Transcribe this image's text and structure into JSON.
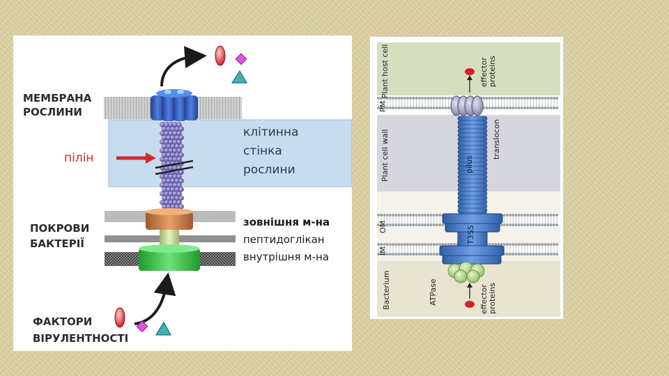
{
  "left_diagram": {
    "plant_membrane_label": [
      "МЕМБРАНА",
      "РОСЛИНИ"
    ],
    "pilus_label": "пілін",
    "cell_wall_label": [
      "клітинна",
      "стінка",
      "рослини"
    ],
    "outer_membrane_label": "зовнішня м-на",
    "peptidoglycan_label": "пептидоглікан",
    "inner_membrane_label": "внутрішня м-на",
    "bacterial_envelope_label": [
      "ПОКРОВИ",
      "БАКТЕРІЇ"
    ],
    "virulence_factors_label": [
      "ФАКТОРИ",
      "ВІРУЛЕНТНОСТІ"
    ]
  },
  "right_diagram": {
    "plant_host_cell": "Plant host cell",
    "pm_top": "PM",
    "plant_cell_wall": "Plant cell wall",
    "om": "OM",
    "im": "IM",
    "bacterium": "Bacterium",
    "effector_top": [
      "effector",
      "proteins"
    ],
    "translocon": "translocon",
    "pilus": "pilus",
    "t3ss": "T3SS",
    "atpase": "ATPase",
    "effector_bottom": [
      "effector",
      "proteins"
    ]
  },
  "colors": {
    "background": "#ded3a3",
    "cell_wall_box": "#c8dcef",
    "pilus_purple": "#6e63b8",
    "plant_membrane_channel": "#3a62c9",
    "outer_ring": "#c97f4a",
    "inner_ring": "#3fbf4a",
    "t3ss_blue": "#4a7fc8",
    "effector_red": "#d81f26",
    "effector_pink": "#d83bd6",
    "effector_teal": "#3aa0a5"
  }
}
